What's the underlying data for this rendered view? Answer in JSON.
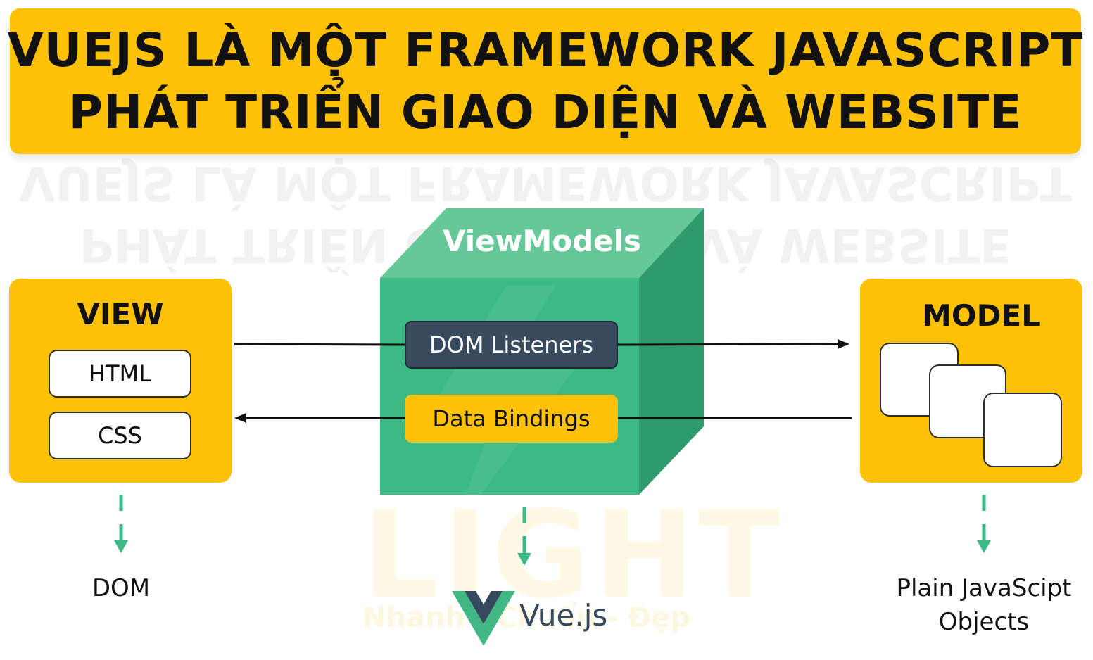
{
  "header": {
    "line1": "VUEJS LÀ MỘT FRAMEWORK JAVASCRIPT",
    "line2": "PHÁT TRIỂN GIAO DIỆN VÀ WEBSITE"
  },
  "view": {
    "title": "VIEW",
    "items": [
      "HTML",
      "CSS"
    ],
    "caption": "DOM"
  },
  "viewmodel": {
    "title": "ViewModels",
    "dom_listeners": "DOM Listeners",
    "data_bindings": "Data Bindings"
  },
  "model": {
    "title": "MODEL",
    "caption_line1": "Plain JavaScipt",
    "caption_line2": "Objects"
  },
  "logo": {
    "text": "Vue.js",
    "icon": "vue-logo-icon"
  },
  "watermark": {
    "text": "LIGHT",
    "subtext": "Nhanh - Chuẩn - Đẹp"
  },
  "colors": {
    "yellow": "#fdc107",
    "cube_front": "#3dba84",
    "cube_top": "#66c898",
    "cube_side": "#2f9a6c",
    "dom_listeners_bg": "#384a5e",
    "arrow_green": "#3dba84",
    "vue_green": "#41b883",
    "vue_dark": "#34495e"
  }
}
